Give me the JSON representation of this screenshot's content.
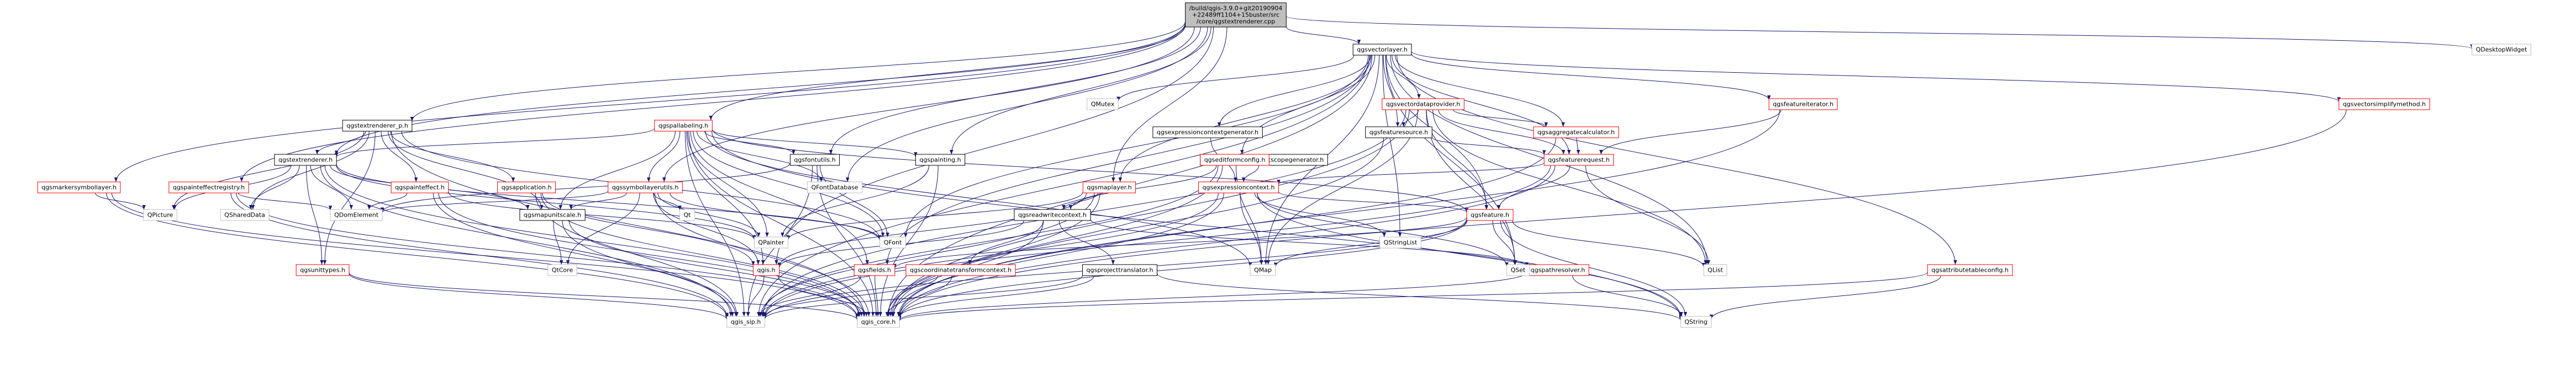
{
  "nodes": [
    {
      "id": "root",
      "lines": [
        "/build/qgis-3.9.0+git20190904",
        "+22489ff1104+15buster/src",
        "/core/qgstextrenderer.cpp"
      ],
      "style": "root"
    },
    {
      "id": "qgsvectorlayer",
      "lines": [
        "qgsvectorlayer.h"
      ],
      "style": "black"
    },
    {
      "id": "qdesktopwidget",
      "lines": [
        "QDesktopWidget"
      ],
      "style": "gray"
    },
    {
      "id": "qmutex",
      "lines": [
        "QMutex"
      ],
      "style": "gray"
    },
    {
      "id": "qgsvectordataprovider",
      "lines": [
        "qgsvectordataprovider.h"
      ],
      "style": "red"
    },
    {
      "id": "qgsfeatureiterator",
      "lines": [
        "qgsfeatureiterator.h"
      ],
      "style": "red"
    },
    {
      "id": "qgsvectorsimplifymethod",
      "lines": [
        "qgsvectorsimplifymethod.h"
      ],
      "style": "red"
    },
    {
      "id": "qgsexpressioncontextgenerator",
      "lines": [
        "qgsexpressioncontextgenerator.h"
      ],
      "style": "black"
    },
    {
      "id": "qgsfeaturesource",
      "lines": [
        "qgsfeaturesource.h"
      ],
      "style": "black"
    },
    {
      "id": "qgsaggregatecalculator",
      "lines": [
        "qgsaggregatecalculator.h"
      ],
      "style": "red"
    },
    {
      "id": "qgsexpressioncontextscopegenerator",
      "lines": [
        "qgsexpressioncontextscopegenerator.h"
      ],
      "style": "black"
    },
    {
      "id": "qgsfeaturerequest",
      "lines": [
        "qgsfeaturerequest.h"
      ],
      "style": "red"
    },
    {
      "id": "qgsexpressioncontext",
      "lines": [
        "qgsexpressioncontext.h"
      ],
      "style": "red"
    },
    {
      "id": "qgsfeature",
      "lines": [
        "qgsfeature.h"
      ],
      "style": "red"
    },
    {
      "id": "qgsattributetableconfig",
      "lines": [
        "qgsattributetableconfig.h"
      ],
      "style": "red"
    },
    {
      "id": "qgspathresolver",
      "lines": [
        "qgspathresolver.h"
      ],
      "style": "red"
    },
    {
      "id": "qlist",
      "lines": [
        "QList"
      ],
      "style": "gray"
    },
    {
      "id": "qset",
      "lines": [
        "QSet"
      ],
      "style": "gray"
    },
    {
      "id": "qmap",
      "lines": [
        "QMap"
      ],
      "style": "gray"
    },
    {
      "id": "qstring",
      "lines": [
        "QString"
      ],
      "style": "gray"
    },
    {
      "id": "qgstextrenderer_p",
      "lines": [
        "qgstextrenderer_p.h"
      ],
      "style": "black"
    },
    {
      "id": "qgspallabeling",
      "lines": [
        "qgspallabeling.h"
      ],
      "style": "red"
    },
    {
      "id": "qgsmarkersymbollayer",
      "lines": [
        "qgsmarkersymbollayer.h"
      ],
      "style": "red"
    },
    {
      "id": "qgspainteffectregistry",
      "lines": [
        "qgspainteffectregistry.h"
      ],
      "style": "red"
    },
    {
      "id": "qgstextrenderer",
      "lines": [
        "qgstextrenderer.h"
      ],
      "style": "black"
    },
    {
      "id": "qgspainteffect",
      "lines": [
        "qgspainteffect.h"
      ],
      "style": "red"
    },
    {
      "id": "qgsapplication",
      "lines": [
        "qgsapplication.h"
      ],
      "style": "red"
    },
    {
      "id": "qgssymbollayerutils",
      "lines": [
        "qgssymbollayerutils.h"
      ],
      "style": "red"
    },
    {
      "id": "qfontdatabase",
      "lines": [
        "QFontDatabase"
      ],
      "style": "gray"
    },
    {
      "id": "qgsfontutils",
      "lines": [
        "qgsfontutils.h"
      ],
      "style": "black"
    },
    {
      "id": "qgspainting",
      "lines": [
        "qgspainting.h"
      ],
      "style": "black"
    },
    {
      "id": "qgsmaplayer",
      "lines": [
        "qgsmaplayer.h"
      ],
      "style": "red"
    },
    {
      "id": "qgseditformconfig",
      "lines": [
        "qgseditformconfig.h"
      ],
      "style": "red"
    },
    {
      "id": "qstringlist",
      "lines": [
        "QStringList"
      ],
      "style": "gray"
    },
    {
      "id": "qpicture",
      "lines": [
        "QPicture"
      ],
      "style": "gray"
    },
    {
      "id": "qshareddata",
      "lines": [
        "QSharedData"
      ],
      "style": "gray"
    },
    {
      "id": "qdomelement",
      "lines": [
        "QDomElement"
      ],
      "style": "gray"
    },
    {
      "id": "qgsmapunitscale",
      "lines": [
        "qgsmapunitscale.h"
      ],
      "style": "black"
    },
    {
      "id": "qt",
      "lines": [
        "Qt"
      ],
      "style": "gray"
    },
    {
      "id": "qpainter",
      "lines": [
        "QPainter"
      ],
      "style": "gray"
    },
    {
      "id": "qfont",
      "lines": [
        "QFont"
      ],
      "style": "gray"
    },
    {
      "id": "qgsreadwritecontext",
      "lines": [
        "qgsreadwritecontext.h"
      ],
      "style": "black"
    },
    {
      "id": "qgsunittypes",
      "lines": [
        "qgsunittypes.h"
      ],
      "style": "red"
    },
    {
      "id": "qcore",
      "lines": [
        "QtCore"
      ],
      "style": "gray"
    },
    {
      "id": "qgsfields",
      "lines": [
        "qgsfields.h"
      ],
      "style": "red"
    },
    {
      "id": "qgis",
      "lines": [
        "qgis.h"
      ],
      "style": "red"
    },
    {
      "id": "qgscoordinatetransformcontext",
      "lines": [
        "qgscoordinatetransformcontext.h"
      ],
      "style": "red"
    },
    {
      "id": "qgsprojecttranslator",
      "lines": [
        "qgsprojecttranslator.h"
      ],
      "style": "black"
    },
    {
      "id": "qgis_sip",
      "lines": [
        "qgis_sip.h"
      ],
      "style": "gray"
    },
    {
      "id": "qgis_core",
      "lines": [
        "qgis_core.h"
      ],
      "style": "gray"
    }
  ]
}
